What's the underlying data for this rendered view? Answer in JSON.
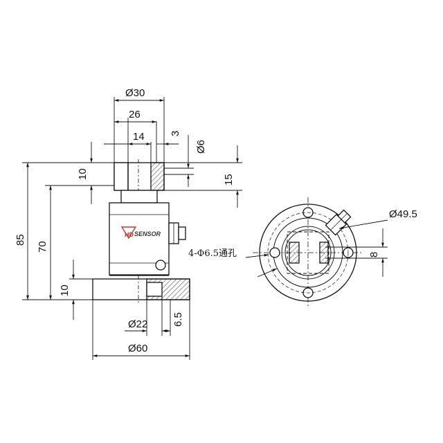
{
  "dimensions": {
    "dia_30": "Ø30",
    "len_26": "26",
    "len_14": "14",
    "len_3": "3",
    "dia_6": "Ø6",
    "len_10_top": "10",
    "len_15": "15",
    "len_85": "85",
    "len_70": "70",
    "len_10_bottom": "10",
    "dia_22": "Ø22",
    "len_6_5": "6.5",
    "dia_60": "Ø60",
    "dia_49_5": "Ø49.5",
    "len_8": "8"
  },
  "notes": {
    "through_holes": "4-Φ6.5通孔"
  },
  "logo": {
    "mark": "HD",
    "text": "SENSOR",
    "colors": {
      "mark": "#c0392b",
      "text": "#333333"
    }
  },
  "colors": {
    "line": "#111111",
    "hatch": "#555555"
  }
}
